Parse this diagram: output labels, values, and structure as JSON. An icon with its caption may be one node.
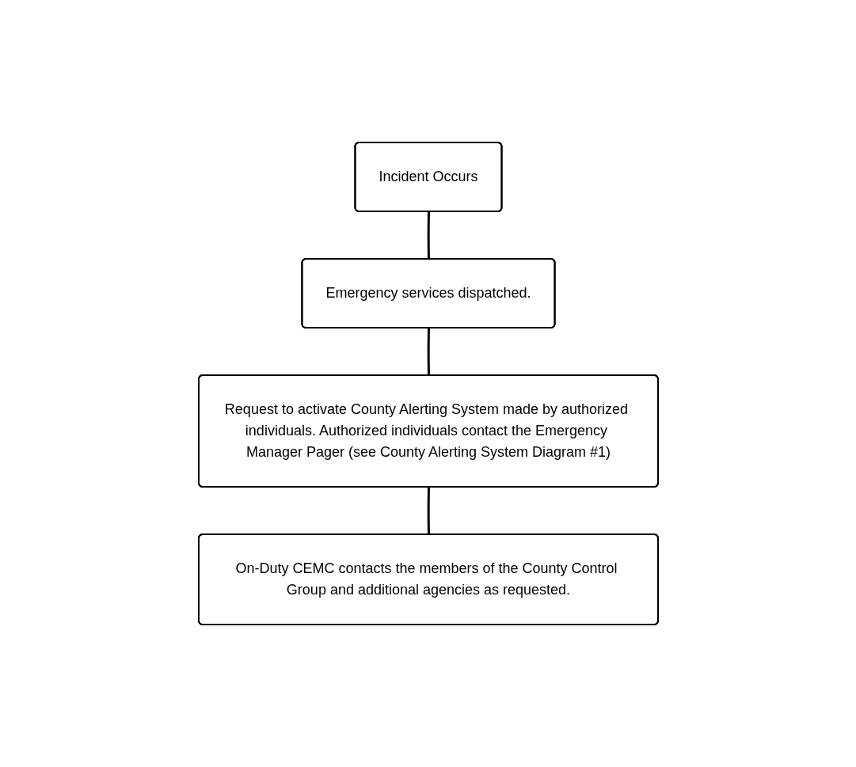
{
  "diagram": {
    "nodes": [
      {
        "text": [
          "Incident Occurs"
        ]
      },
      {
        "text": [
          "Emergency services dispatched."
        ]
      },
      {
        "text": [
          "Request to activate County Alerting System made by authorized individuals. Authorized individuals contact the Emergency Manager Pager (see County Alerting System Diagram #1)"
        ]
      },
      {
        "text": [
          "On-Duty CEMC contacts the members of the County Control Group and additional agencies as requested."
        ]
      }
    ],
    "edges": [
      {
        "from": 0,
        "to": 1,
        "arrow": "none"
      },
      {
        "from": 1,
        "to": 2,
        "arrow": "none"
      },
      {
        "from": 2,
        "to": 3,
        "arrow": "none"
      }
    ]
  }
}
